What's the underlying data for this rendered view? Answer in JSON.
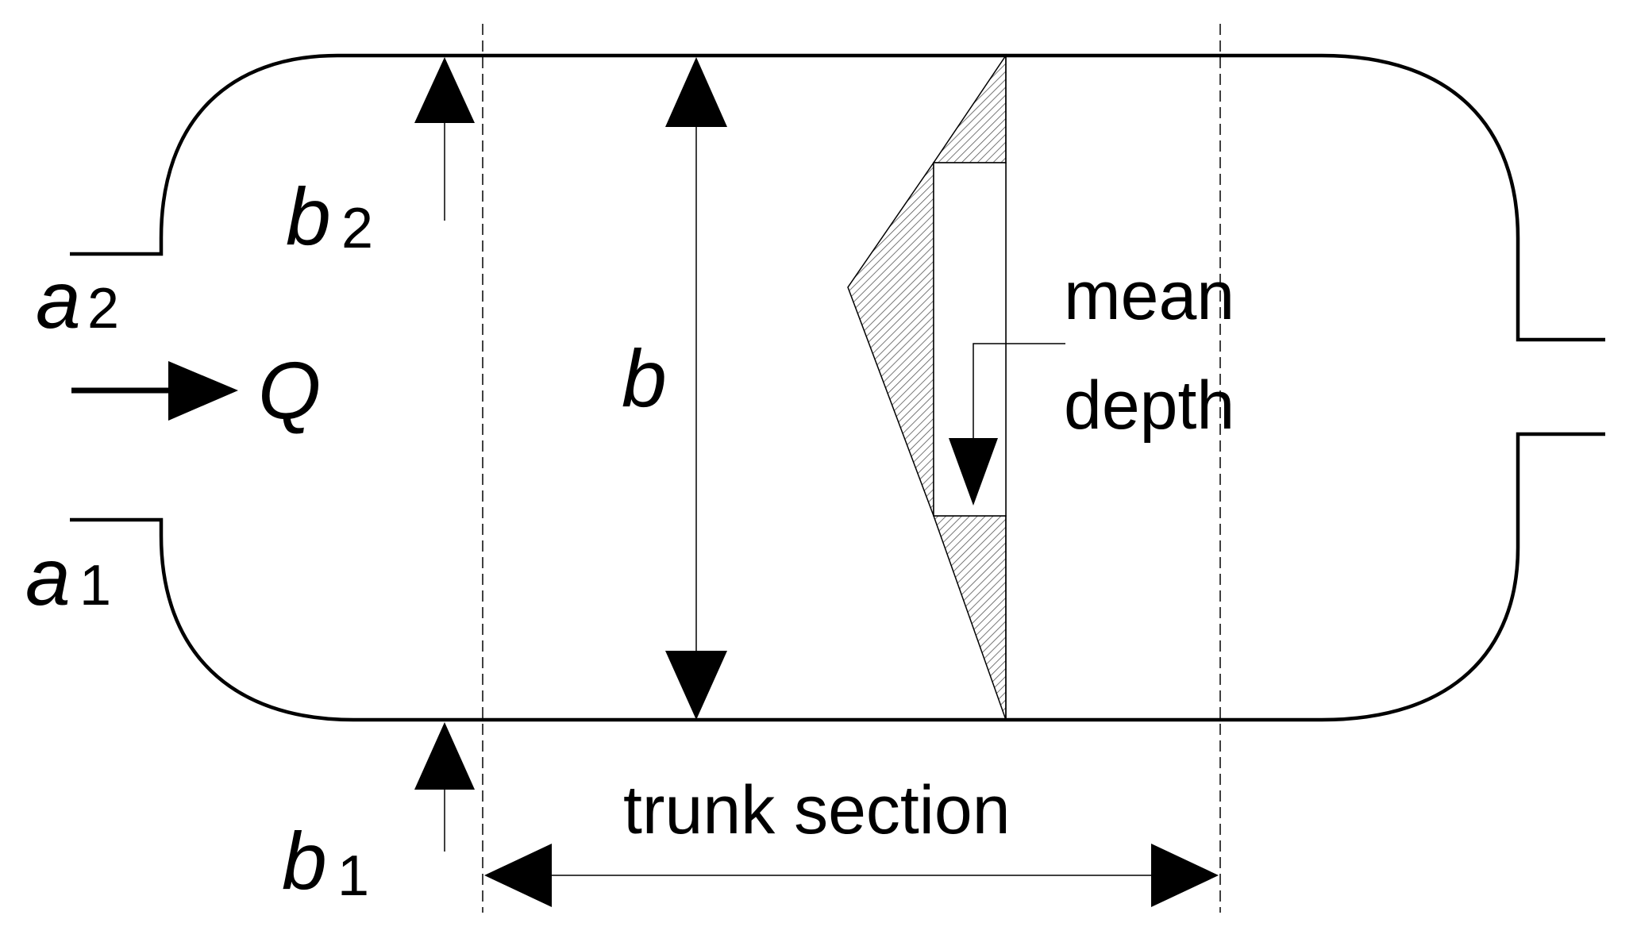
{
  "labels": {
    "a2": "a",
    "a2_sub": "2",
    "a1": "a",
    "a1_sub": "1",
    "b2": "b",
    "b2_sub": "2",
    "b1": "b",
    "b1_sub": "1",
    "b": "b",
    "Q": "Q",
    "mean_line1": "mean",
    "mean_line2": "depth",
    "trunk": "trunk section"
  },
  "colors": {
    "line": "#000000",
    "hatch": "#555555",
    "background": "#ffffff"
  }
}
